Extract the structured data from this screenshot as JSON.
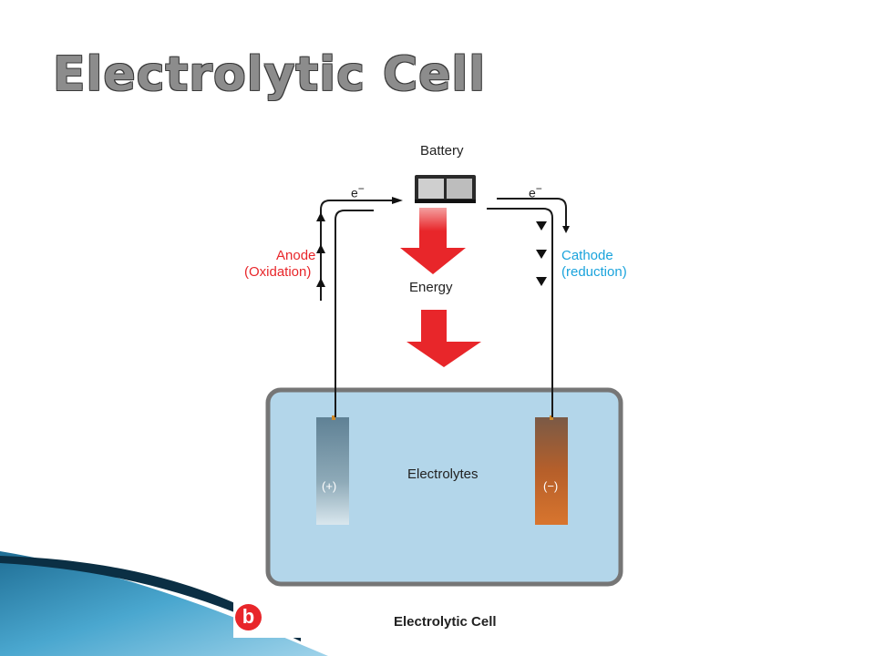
{
  "title": "Electrolytic Cell",
  "diagram": {
    "battery_label": "Battery",
    "electron_left": "e",
    "electron_right": "e",
    "electron_sign": "−",
    "anode_label": "Anode",
    "anode_sub": "(Oxidation)",
    "cathode_label": "Cathode",
    "cathode_sub": "(reduction)",
    "energy_label": "Energy",
    "electrolytes_label": "Electrolytes",
    "positive_electrode": "(+)",
    "negative_electrode": "(−)"
  },
  "caption": {
    "badge": "b",
    "text": "Electrolytic Cell"
  },
  "colors": {
    "arrow_red": "#e8262a",
    "anode_red": "#e8262a",
    "cathode_cyan": "#1aa3dc",
    "electrolyte_fill": "#b3d6ea",
    "anode_electrode": "#6f8ea0",
    "cathode_electrode": "#b85f2c"
  }
}
